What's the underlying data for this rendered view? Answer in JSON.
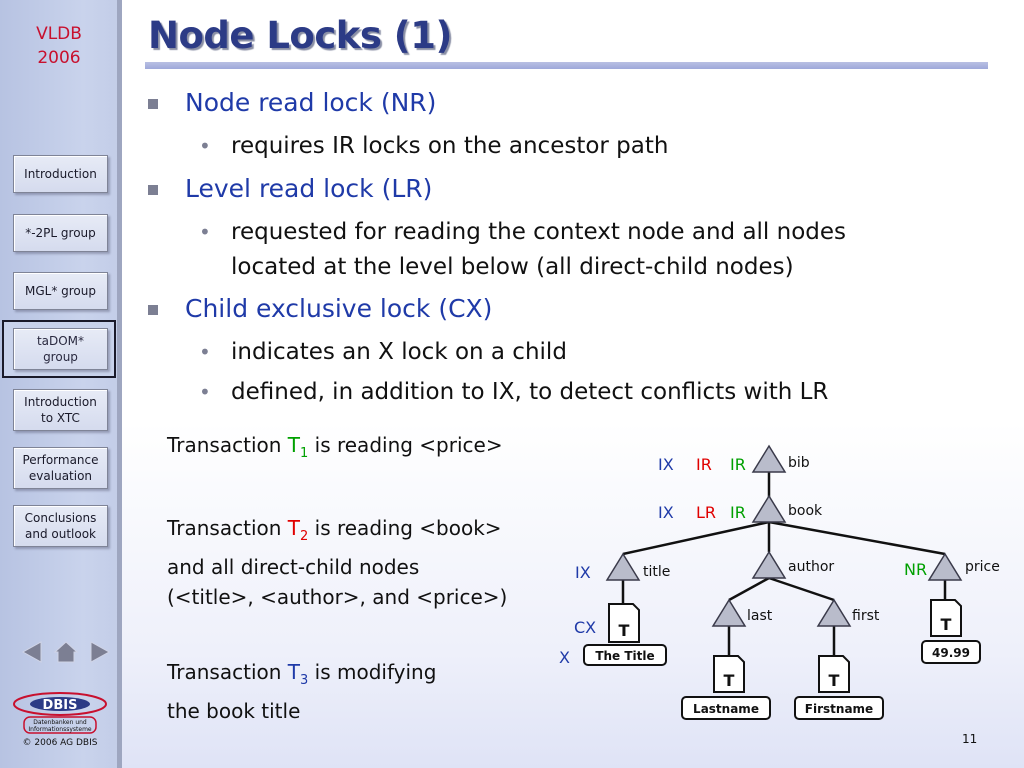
{
  "sidebar": {
    "conference": "VLDB",
    "year": "2006",
    "nav": [
      {
        "label": "Introduction"
      },
      {
        "label": "*-2PL group"
      },
      {
        "label": "MGL* group"
      },
      {
        "label": "taDOM*\ngroup"
      },
      {
        "label": "Introduction\nto XTC"
      },
      {
        "label": "Performance\nevaluation"
      },
      {
        "label": "Conclusions\nand outlook"
      }
    ],
    "active_index": 3,
    "logo_text": "DBIS",
    "logo_subtext1": "Datenbanken und",
    "logo_subtext2": "Informationssysteme",
    "copyright": "© 2006 AG DBIS"
  },
  "slide": {
    "title": "Node Locks (1)",
    "bullets": [
      {
        "text": "Node read lock (NR)",
        "sub": [
          "requires IR locks on the ancestor path"
        ]
      },
      {
        "text": "Level read lock (LR)",
        "sub": [
          "requested for reading the context node and all nodes",
          "located at the level below (all direct-child nodes)"
        ]
      },
      {
        "text": "Child exclusive lock (CX)",
        "sub": [
          "indicates an X lock on a child",
          "defined, in addition to IX, to detect conflicts with LR"
        ]
      }
    ],
    "t1": {
      "pre": "Transaction ",
      "name": "T",
      "idx": "1",
      "post": " is reading <price>"
    },
    "t2": {
      "pre": "Transaction ",
      "name": "T",
      "idx": "2",
      "post": " is reading <book>",
      "line2": "and all direct-child nodes",
      "line3": "(<title>, <author>, and <price>)"
    },
    "t3": {
      "pre": "Transaction ",
      "name": "T",
      "idx": "3",
      "post": " is modifying",
      "line2": "the book title"
    },
    "page_number": "11"
  },
  "tree": {
    "nodes": {
      "bib": "bib",
      "book": "book",
      "title": "title",
      "author": "author",
      "price": "price",
      "last": "last",
      "first": "first"
    },
    "text_nodes": {
      "T": "T",
      "title_val": "The Title",
      "last_val": "Lastname",
      "first_val": "Firstname",
      "price_val": "49.99"
    },
    "locks": {
      "bib_ix": "IX",
      "bib_ir": "IR",
      "bib_ir2": "IR",
      "book_ix": "IX",
      "book_lr": "LR",
      "book_ir": "IR",
      "title_ix": "IX",
      "title_cx": "CX",
      "title_x": "X",
      "price_nr": "NR"
    },
    "colors": {
      "blue": "#1f3aa8",
      "red": "#e00000",
      "green": "#00a000",
      "node_fill": "#b9bccb",
      "node_stroke": "#3a3a4a"
    }
  }
}
